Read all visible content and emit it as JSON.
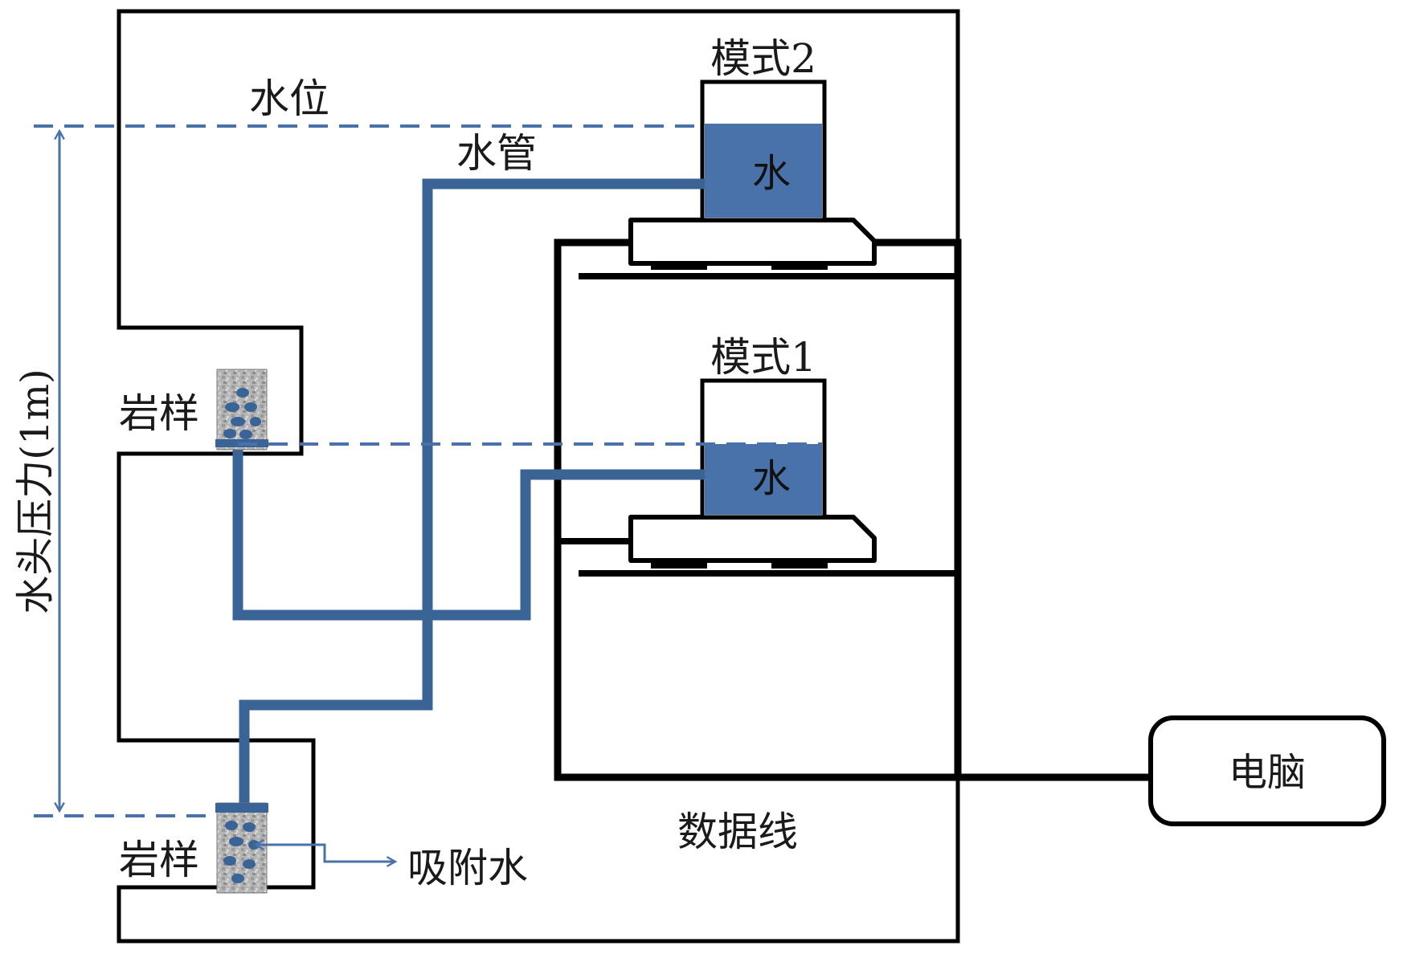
{
  "labels": {
    "water_level": "水位",
    "water_pipe": "水管",
    "mode2": "模式2",
    "mode1": "模式1",
    "water_in_container": "水",
    "rock_sample": "岩样",
    "head_pressure": "水头压力(1m)",
    "adsorbed_water": "吸附水",
    "data_line": "数据线",
    "computer": "电脑"
  },
  "colors": {
    "pipe": "#3b6496",
    "water": "#4a72aa",
    "dashed_line": "#4a72aa",
    "arrow": "#4a72aa",
    "outline": "#000000"
  },
  "icons": {
    "rock_sample": "porous-rock-with-water-dots",
    "balance": "electronic-scale"
  }
}
